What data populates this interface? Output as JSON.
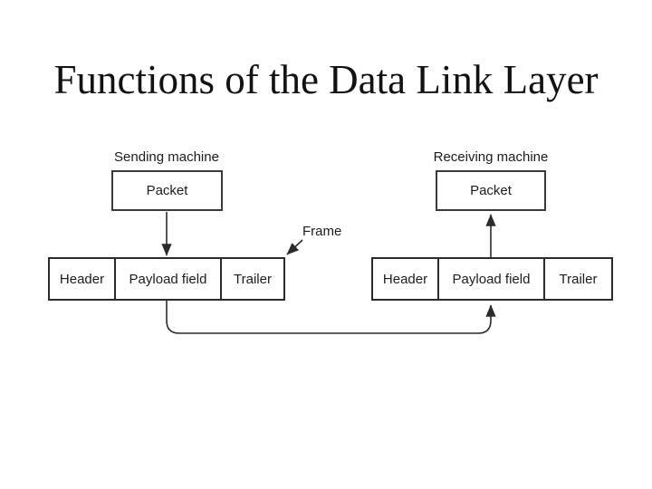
{
  "slide": {
    "title": "Functions of the Data Link Layer"
  },
  "colors": {
    "background": "#ffffff",
    "line": "#2b2b2b",
    "text": "#1c1c1c"
  },
  "diagram": {
    "frame_label": "Frame",
    "sending": {
      "machine_label": "Sending machine",
      "packet_label": "Packet",
      "cells": [
        "Header",
        "Payload field",
        "Trailer"
      ]
    },
    "receiving": {
      "machine_label": "Receiving machine",
      "packet_label": "Packet",
      "cells": [
        "Header",
        "Payload field",
        "Trailer"
      ]
    }
  }
}
